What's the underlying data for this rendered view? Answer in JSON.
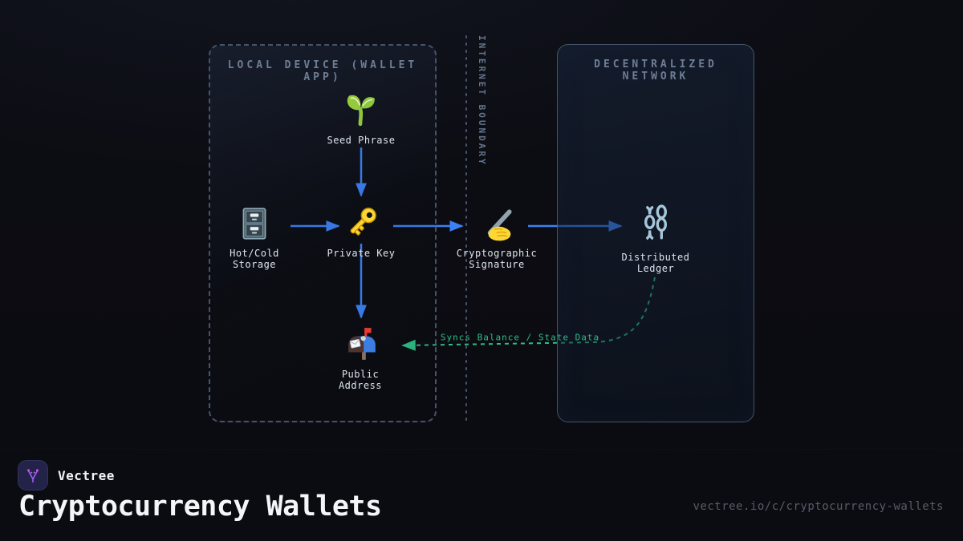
{
  "diagram": {
    "local_box": {
      "title": "LOCAL DEVICE (WALLET APP)"
    },
    "network_box": {
      "title": "DECENTRALIZED NETWORK"
    },
    "boundary": {
      "label": "INTERNET BOUNDARY"
    },
    "nodes": [
      {
        "id": "seed-phrase",
        "icon": "seedling-icon",
        "label": "Seed Phrase"
      },
      {
        "id": "hot-cold-storage",
        "icon": "file-cabinet-icon",
        "label": "Hot/Cold\nStorage"
      },
      {
        "id": "private-key",
        "icon": "key-icon",
        "label": "Private Key"
      },
      {
        "id": "cryptographic-signature",
        "icon": "writing-hand-icon",
        "label": "Cryptographic\nSignature"
      },
      {
        "id": "distributed-ledger",
        "icon": "chains-icon",
        "label": "Distributed\nLedger"
      },
      {
        "id": "public-address",
        "icon": "mailbox-icon",
        "label": "Public\nAddress"
      }
    ],
    "sync_edge_label": "Syncs Balance / State Data",
    "colors": {
      "arrow_blue": "#3b82f6",
      "sync_green": "#2ebd85",
      "border_slate": "#475569",
      "zone_title": "#6e7e96"
    }
  },
  "footer": {
    "brand": "Vectree",
    "title": "Cryptocurrency Wallets",
    "url": "vectree.io/c/cryptocurrency-wallets"
  }
}
